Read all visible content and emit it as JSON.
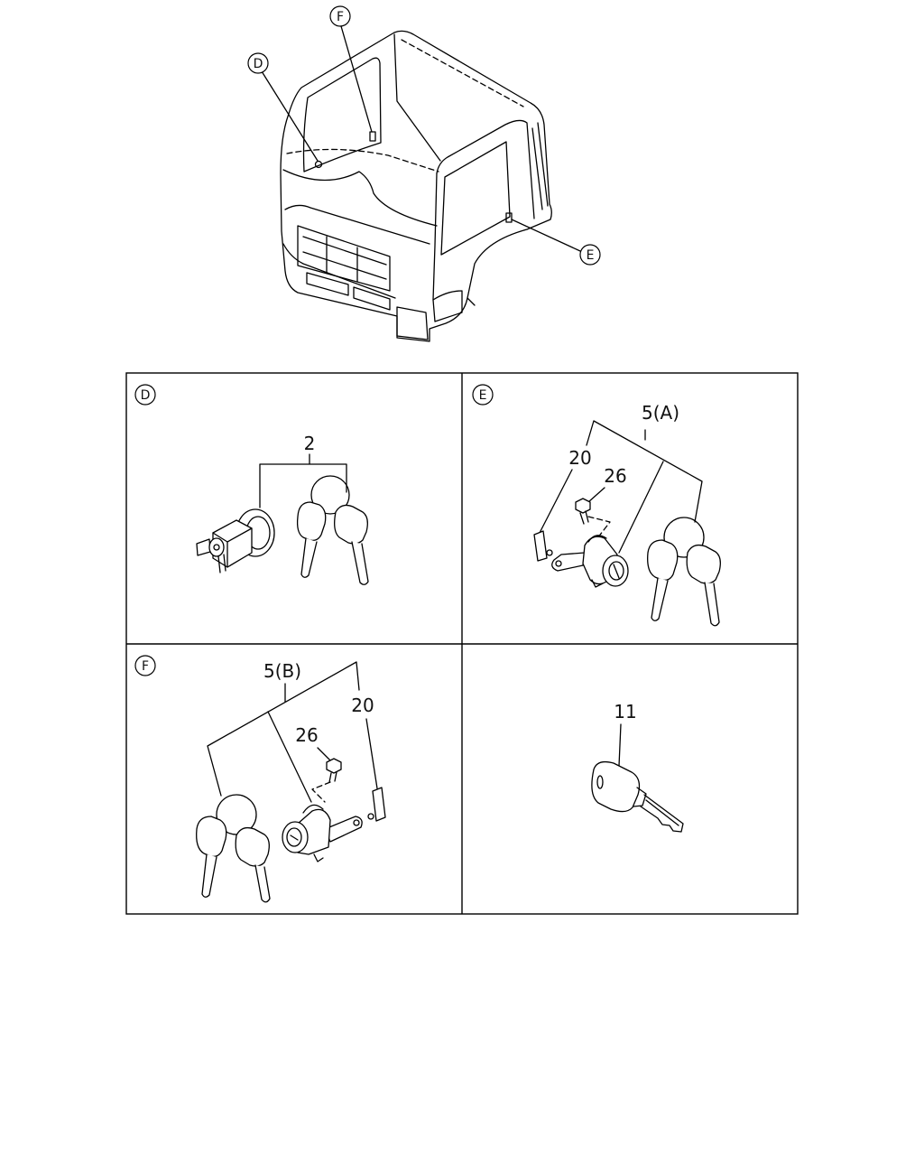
{
  "cab_view": {
    "callout_f": "F",
    "callout_d": "D",
    "callout_e": "E"
  },
  "panel_d": {
    "letter": "D",
    "part_2": "2"
  },
  "panel_e": {
    "letter": "E",
    "part_5a": "5(A)",
    "part_20": "20",
    "part_26": "26"
  },
  "panel_f": {
    "letter": "F",
    "part_5b": "5(B)",
    "part_26": "26",
    "part_20": "20"
  },
  "panel_key": {
    "part_11": "11"
  }
}
